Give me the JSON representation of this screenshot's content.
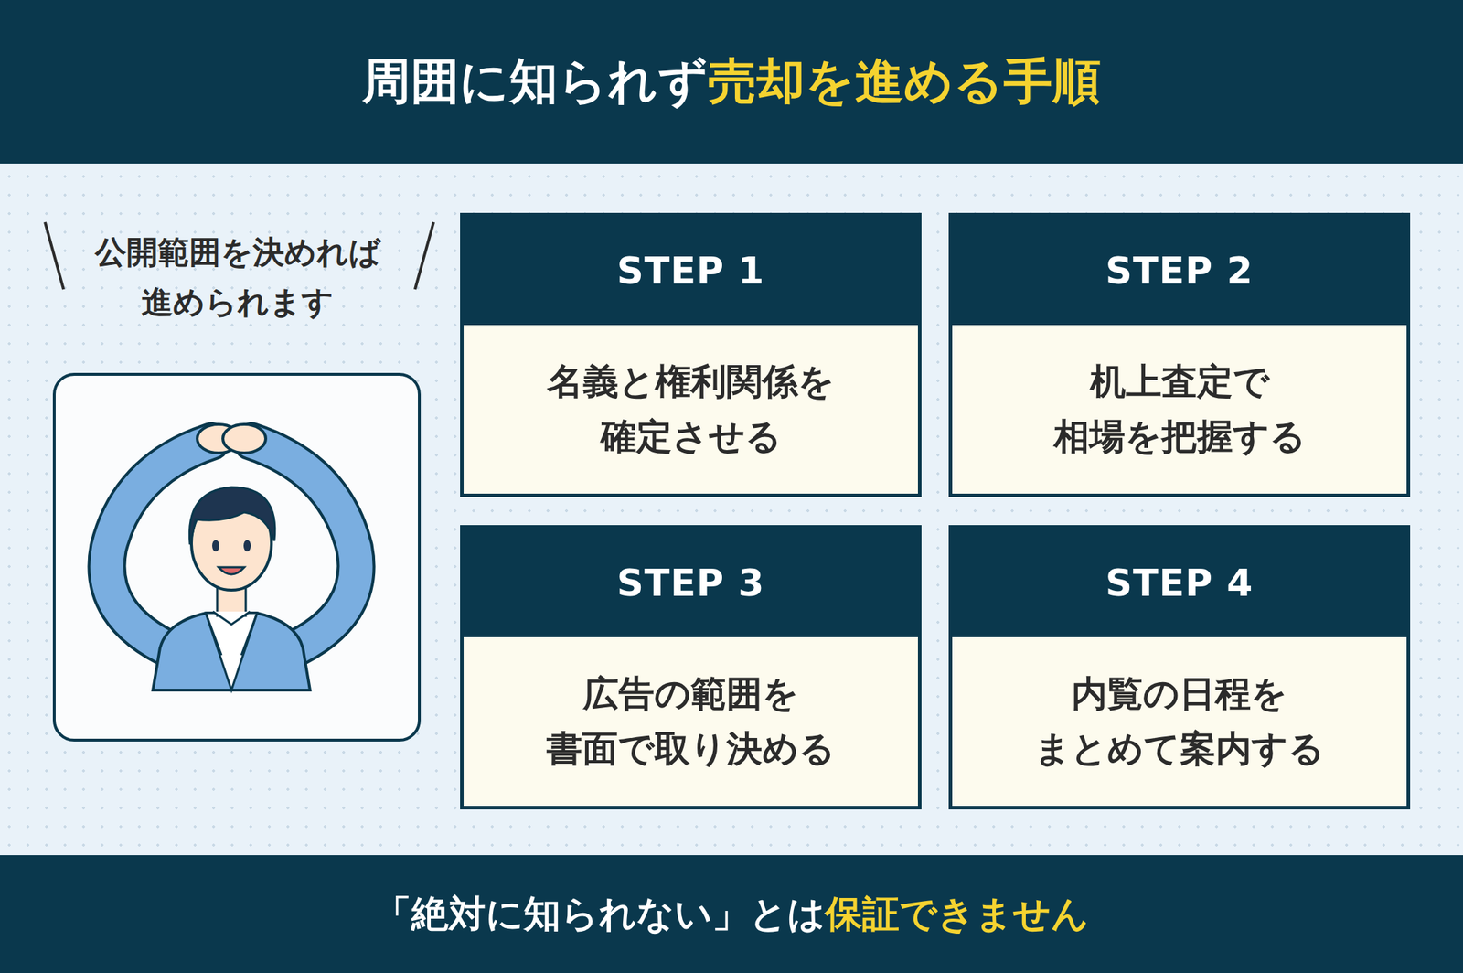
{
  "diagram": {
    "title": "周囲に知られず売却を進める手順",
    "caption": "「絶対に知られない」とは保証できません",
    "nodes": [
      {
        "text": [
          "STEP 1",
          "名義と権利関係を 確定させる"
        ]
      },
      {
        "text": [
          "STEP 2",
          "机上査定で 相場を把握する"
        ]
      },
      {
        "text": [
          "STEP 3",
          "広告の範囲を 書面で取り決める"
        ]
      },
      {
        "text": [
          "STEP 4",
          "内覧の日程を まとめて案内する"
        ]
      }
    ],
    "labels": [
      "公開範囲を決めれば 進められます"
    ]
  }
}
